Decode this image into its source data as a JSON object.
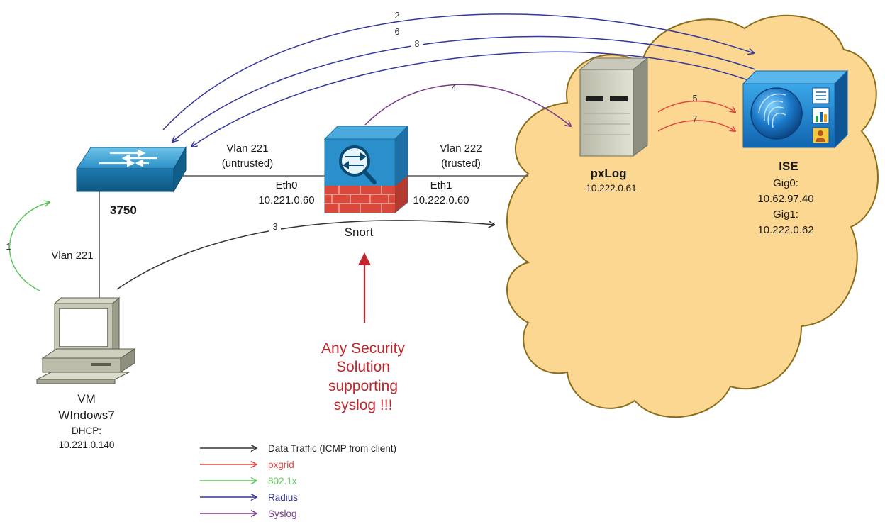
{
  "devices": {
    "switch": {
      "name": "3750"
    },
    "snort": {
      "name": "Snort"
    },
    "pxlog": {
      "name": "pxLog",
      "ip": "10.222.0.61"
    },
    "ise": {
      "name": "ISE",
      "gig0_label": "Gig0:",
      "gig0_ip": "10.62.97.40",
      "gig1_label": "Gig1:",
      "gig1_ip": "10.222.0.62"
    },
    "vm": {
      "line1": "VM",
      "line2": "WIndows7",
      "dhcp_label": "DHCP:",
      "ip": "10.221.0.140"
    }
  },
  "links": {
    "vlan221_top": "Vlan 221",
    "vlan221_untrusted": "(untrusted)",
    "eth0": "Eth0",
    "eth0_ip": "10.221.0.60",
    "vlan222_top": "Vlan 222",
    "vlan222_trusted": "(trusted)",
    "eth1": "Eth1",
    "eth1_ip": "10.222.0.60",
    "vlan221_side": "Vlan 221"
  },
  "steps": {
    "s1": "1",
    "s2": "2",
    "s3": "3",
    "s4": "4",
    "s5": "5",
    "s6": "6",
    "s7": "7",
    "s8": "8"
  },
  "callout": {
    "line1": "Any Security",
    "line2": "Solution",
    "line3": "supporting",
    "line4": "syslog !!!"
  },
  "legend": [
    {
      "label": "Data Traffic (ICMP from client)",
      "color": "#333333",
      "icon": "arrow-right"
    },
    {
      "label": "pxgrid",
      "color": "#e0463f",
      "icon": "arrow-right"
    },
    {
      "label": "802.1x",
      "color": "#5cc45c",
      "icon": "arrow-right"
    },
    {
      "label": "Radius",
      "color": "#34389a",
      "icon": "arrow-right"
    },
    {
      "label": "Syslog",
      "color": "#7a3a8c",
      "icon": "arrow-right"
    }
  ],
  "colors": {
    "data": "#333333",
    "pxgrid": "#e0463f",
    "dot1x": "#5cc45c",
    "radius": "#34389a",
    "syslog": "#7a3a8c",
    "cloud_fill": "#fcd792",
    "cloud_stroke": "#8a6d1a",
    "callout_red": "#c0272d"
  }
}
